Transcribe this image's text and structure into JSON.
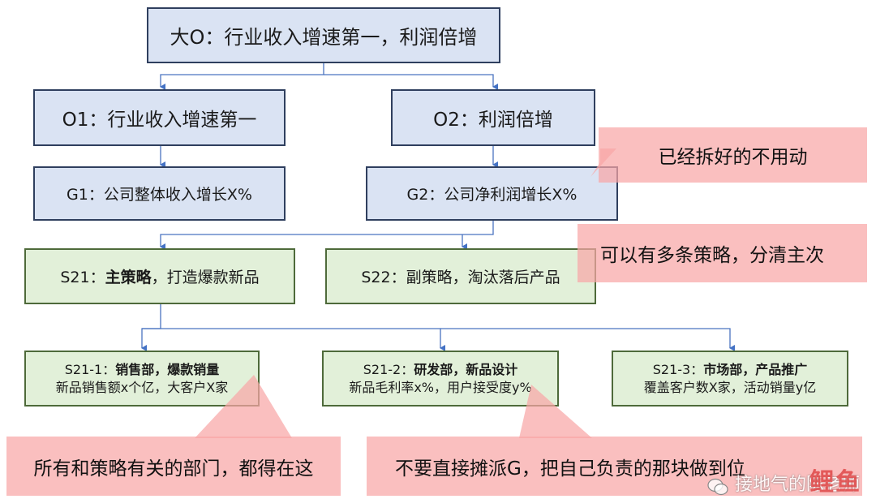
{
  "top": {
    "text": "大O：行业收入增速第一，利润倍增"
  },
  "o1": {
    "text": "O1：行业收入增速第一"
  },
  "o2": {
    "text": "O2：利润倍增"
  },
  "g1": {
    "text": "G1：公司整体收入增长X%"
  },
  "g2": {
    "text": "G2：公司净利润增长X%"
  },
  "s21": {
    "prefix": "S21：",
    "bold": "主策略",
    "rest": "，打造爆款新品"
  },
  "s22": {
    "text": "S22：副策略，淘汰落后产品"
  },
  "s21_1": {
    "prefix": "S21-1：",
    "bold": "销售部，爆款销量",
    "line2": "新品销售额x个亿，大客户X家"
  },
  "s21_2": {
    "prefix": "S21-2：",
    "bold": "研发部，新品设计",
    "line2": "新品毛利率x%，用户接受度y%"
  },
  "s21_3": {
    "prefix": "S21-3：",
    "bold": "市场部，产品推广",
    "line2": "覆盖客户数X家，活动销量y亿"
  },
  "callouts": {
    "c1": "已经拆好的不用动",
    "c2": "可以有多条策略，分清主次",
    "c3": "所有和策略有关的部门，都得在这",
    "c4": "不要直接摊派G，把自己负责的那块做到位"
  },
  "watermark": {
    "text": "接地气的陈老师",
    "logo": "鲤鱼"
  },
  "colors": {
    "blue_fill": "#dae3f3",
    "green_fill": "#e2f0d9",
    "callout_fill": "#f8a6a6",
    "connector": "#4472c4"
  }
}
